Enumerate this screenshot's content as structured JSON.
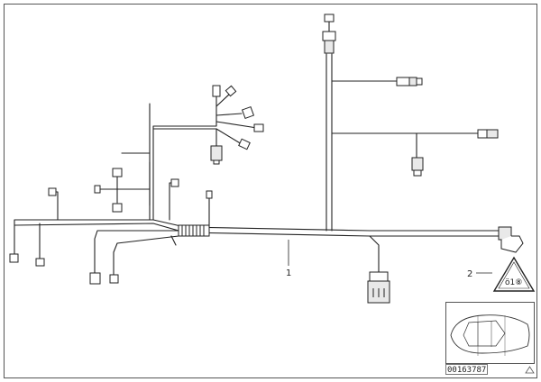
{
  "diagram": {
    "callouts": [
      {
        "id": "1",
        "label": "1"
      },
      {
        "id": "2",
        "label": "2"
      }
    ],
    "warning_symbol_text": "ö1⑧",
    "image_number": "00163787",
    "colors": {
      "line": "#222222",
      "background": "#ffffff",
      "border": "#555555"
    }
  }
}
